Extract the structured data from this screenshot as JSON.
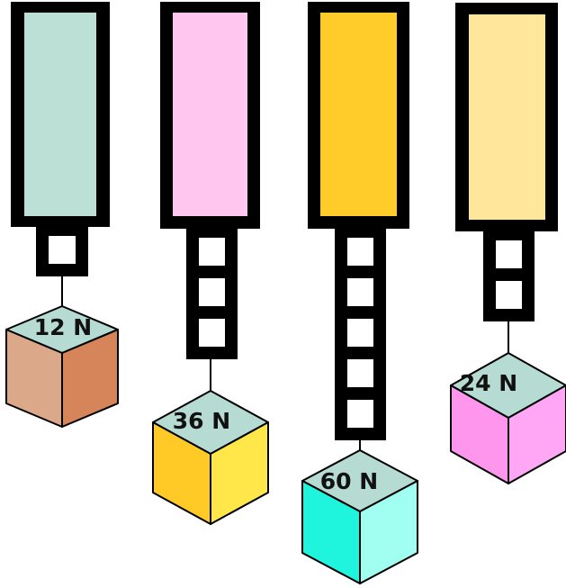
{
  "springs": [
    {
      "id": "spring-1",
      "housing_color": "#bde0d6",
      "extension_segments": 1,
      "weight": {
        "label": "12 N",
        "top_color": "#b6dbd2",
        "left_color": "#dca88a",
        "right_color": "#d6855a"
      }
    },
    {
      "id": "spring-2",
      "housing_color": "#ffc6f0",
      "extension_segments": 3,
      "weight": {
        "label": "36 N",
        "top_color": "#b6dbd2",
        "left_color": "#ffc926",
        "right_color": "#ffe74a"
      }
    },
    {
      "id": "spring-3",
      "housing_color": "#ffcc29",
      "extension_segments": 5,
      "weight": {
        "label": "60 N",
        "top_color": "#b6dbd2",
        "left_color": "#1ff5dd",
        "right_color": "#a0fff0"
      }
    },
    {
      "id": "spring-4",
      "housing_color": "#ffe69a",
      "extension_segments": 2,
      "weight": {
        "label": "24 N",
        "top_color": "#b6dbd2",
        "left_color": "#ff96ee",
        "right_color": "#ffa6f4"
      }
    }
  ]
}
